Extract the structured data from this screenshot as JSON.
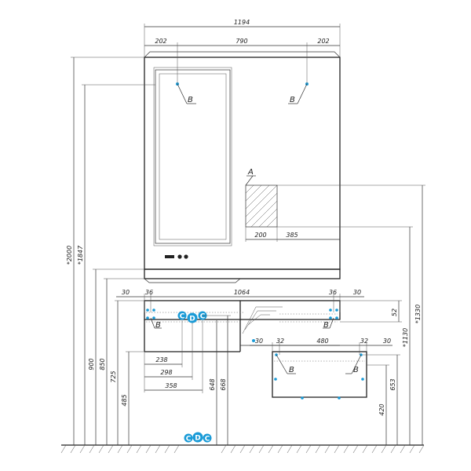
{
  "dimensions": {
    "overall_width": "1194",
    "mirror_side_left": "202",
    "mirror_center": "790",
    "mirror_side_right": "202",
    "vanity_width": "1064",
    "left_offset": "30",
    "left_offset_inner": "36",
    "right_offset_inner": "36",
    "right_offset": "30",
    "drawer_top_gap": "52",
    "shelf_width": "200",
    "shelf_offset": "385",
    "drawer_left_gap": "30",
    "drawer_left_inner": "32",
    "drawer_width": "480",
    "drawer_right_inner": "32",
    "drawer_right_gap": "30",
    "left_238": "238",
    "left_298": "298",
    "left_358": "358",
    "h_2000": "*2000",
    "h_1847": "*1847",
    "h_900": "900",
    "h_850": "850",
    "h_725": "725",
    "h_485": "485",
    "h_648": "648",
    "h_668": "668",
    "h_1330": "*1330",
    "h_1130": "*1130",
    "h_653": "653",
    "h_420": "420"
  },
  "labels": {
    "mount_b": "B",
    "section_a": "A",
    "conn_c": "C",
    "conn_d": "D"
  },
  "colors": {
    "accent": "#1a9bd7",
    "line": "#333333"
  }
}
